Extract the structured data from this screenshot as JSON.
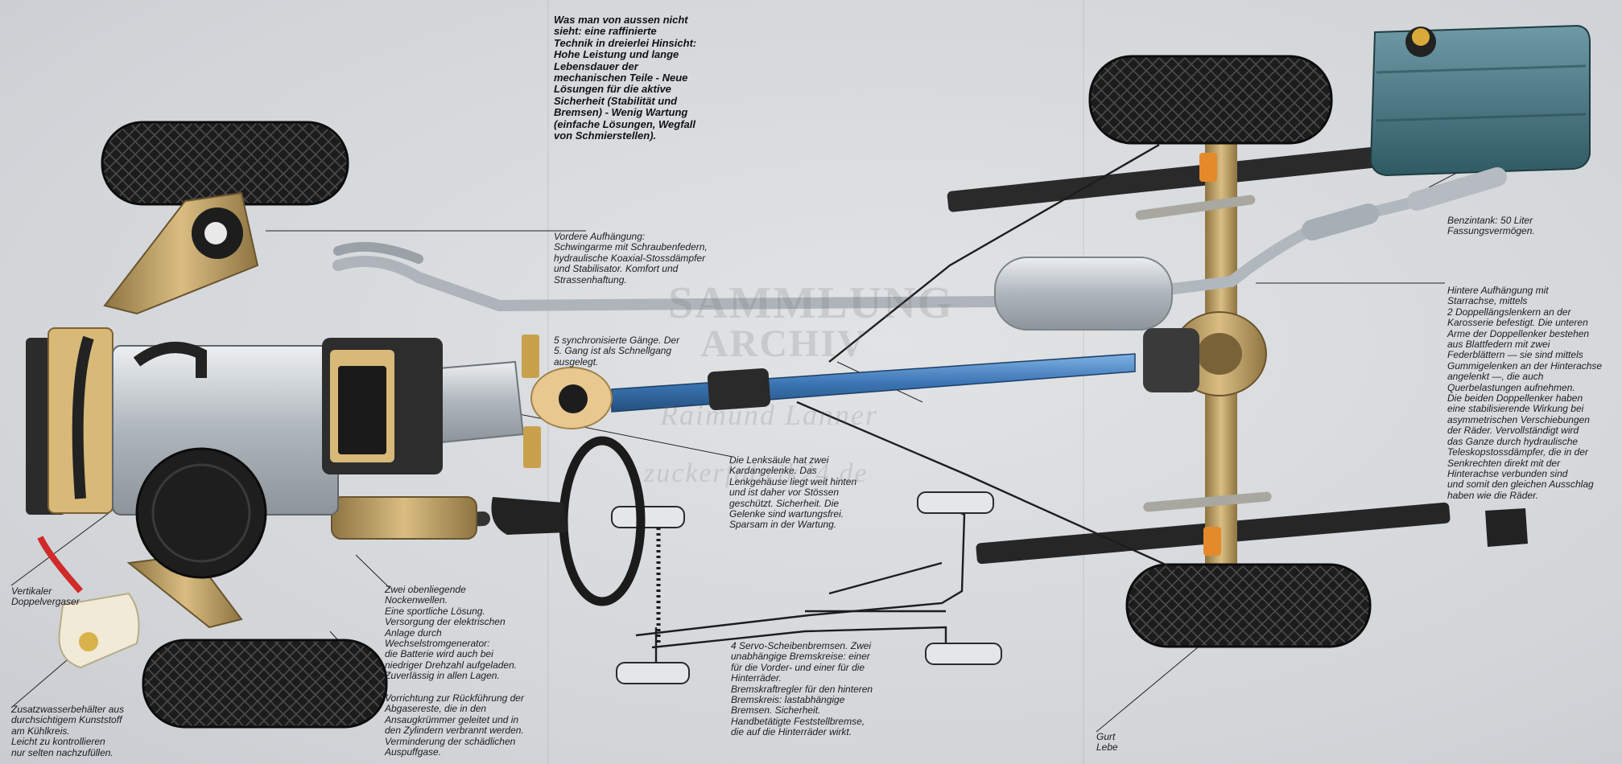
{
  "intro": "Was man von aussen nicht\nsieht: eine raffinierte\nTechnik in dreierlei Hinsicht:\nHohe Leistung und lange\nLebensdauer der\nmechanischen Teile - Neue\nLösungen für die aktive\nSicherheit (Stabilität und\nBremsen) - Wenig Wartung\n(einfache Lösungen, Wegfall\nvon Schmierstellen).",
  "labels": {
    "vordere": "Vordere Aufhängung:\nSchwingarme mit Schraubenfedern,\nhydraulische Koaxial-Stossdämpfer\nund Stabilisator. Komfort und\nStrassenhaftung.",
    "gaenge": "5 synchronisierte Gänge. Der\n5. Gang ist als Schnellgang\nausgelegt.",
    "lenksaeule": "Die Lenksäule hat zwei\nKardangelenke. Das\nLenkgehäuse liegt weit hinten\nund ist daher vor Stössen\ngeschützt. Sicherheit. Die\nGelenke sind wartungsfrei.\nSparsam in der Wartung.",
    "benzintank": "Benzintank: 50 Liter\nFassungsvermögen.",
    "hintere": "Hintere Aufhängung mit\nStarrachse, mittels\n2 Doppellängslenkern an der\nKarosserie befestigt. Die unteren\nArme der Doppellenker bestehen\naus Blattfedern mit zwei\nFederblättern — sie sind mittels\nGummigelenken an der Hinterachse\nangelenkt —, die auch\nQuerbelastungen aufnehmen.\nDie beiden Doppellenker haben\neine stabilisierende Wirkung bei\nasymmetrischen Verschiebungen\nder Räder. Vervollständigt wird\ndas Ganze durch hydraulische\nTeleskopstossdämpfer, die in der\nSenkrechten direkt mit der\nHinterachse verbunden sind\nund somit den gleichen Ausschlag\nhaben wie die Räder.",
    "vergaser": "Vertikaler\nDoppelvergaser",
    "nocken": "Zwei obenliegende\nNockenwellen.\nEine sportliche Lösung.\nVersorgung der elektrischen\nAnlage durch\nWechselstromgenerator:\ndie Batterie wird auch bei\nniedriger Drehzahl aufgeladen.\nZuverlässig in allen Lagen.",
    "bremsen": "4 Servo-Scheibenbremsen. Zwei\nunabhängige Bremskreise: einer\nfür die Vorder- und einer für die\nHinterräder.\nBremskraftregler für den hinteren\nBremskreis: lastabhängige\nBremsen. Sicherheit.\nHandbetätigte Feststellbremse,\ndie auf die Hinterräder wirkt.",
    "zusatz": "Zusatzwasserbehälter aus\ndurchsichtigem Kunststoff\nam Kühlkreis.\nLeicht zu kontrollieren\nnur selten nachzufüllen.",
    "rueckfuehrung": "Vorrichtung zur Rückführung der\nAbgasereste, die in den\nAnsaugkrümmer geleitet und in\nden Zylindern verbrannt werden.\nVerminderung der schädlichen\nAuspuffgase.",
    "gurt": "Gurt\nLebe"
  },
  "watermarks": [
    "SAMMLUNG",
    "ARCHIV",
    "Raimund Lanner",
    "zuckerfabrik24.de"
  ],
  "colors": {
    "background": "#d6d9dc",
    "propshaft": "#3c76b5",
    "gold": "#b9975a",
    "tank": "#3f6f7a",
    "tyre": "#1a1a1a",
    "exhaust": "#b8bec4"
  }
}
